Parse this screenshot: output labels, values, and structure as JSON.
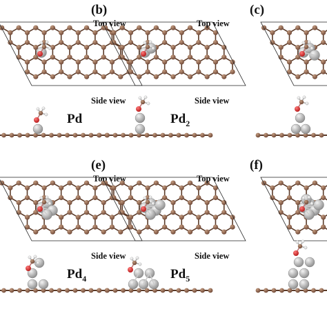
{
  "figure": {
    "top_view_label": "Top view",
    "side_view_label": "Side view",
    "colors": {
      "carbon": "#7b5642",
      "carbon_highlight": "#b08a70",
      "bond": "#5a3a28",
      "palladium": "#a6a6a6",
      "palladium_highlight": "#eeeeee",
      "oxygen": "#cc2020",
      "hydrogen": "#f2f2f2",
      "cell_border": "#222222"
    },
    "panels": [
      {
        "letter": "",
        "species": "Pd",
        "subscript": ""
      },
      {
        "letter": "(b)",
        "species": "Pd",
        "subscript": "2"
      },
      {
        "letter": "(c)",
        "species": "",
        "subscript": ""
      },
      {
        "letter": "",
        "species": "Pd",
        "subscript": "4"
      },
      {
        "letter": "(e)",
        "species": "Pd",
        "subscript": "5"
      },
      {
        "letter": "(f)",
        "species": "",
        "subscript": ""
      }
    ]
  }
}
